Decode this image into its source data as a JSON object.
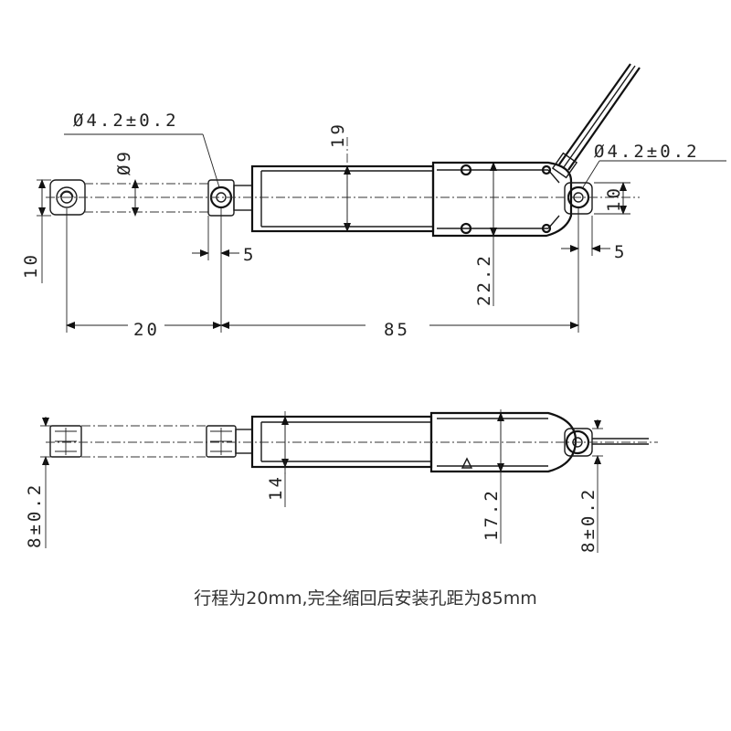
{
  "dimensions": {
    "rod_hole_dia_top": "Ø4.2±0.2",
    "rod_end_dia": "Ø9",
    "body_height": "19",
    "rear_hole_dia": "Ø4.2±0.2",
    "rear_end_height": "10",
    "front_end_height": "10",
    "front_offset": "5",
    "rear_offset": "5",
    "rear_body_height": "22.2",
    "stroke": "20",
    "retracted_hole_distance": "85",
    "rod_thickness": "8±0.2",
    "body_thickness": "14",
    "rear_body_thickness": "17.2",
    "rear_end_thickness": "8±0.2"
  },
  "caption": "行程为20mm,完全缩回后安装孔距为85mm",
  "colors": {
    "line": "#1a1a1a",
    "background": "#ffffff",
    "caption": "#333333"
  }
}
